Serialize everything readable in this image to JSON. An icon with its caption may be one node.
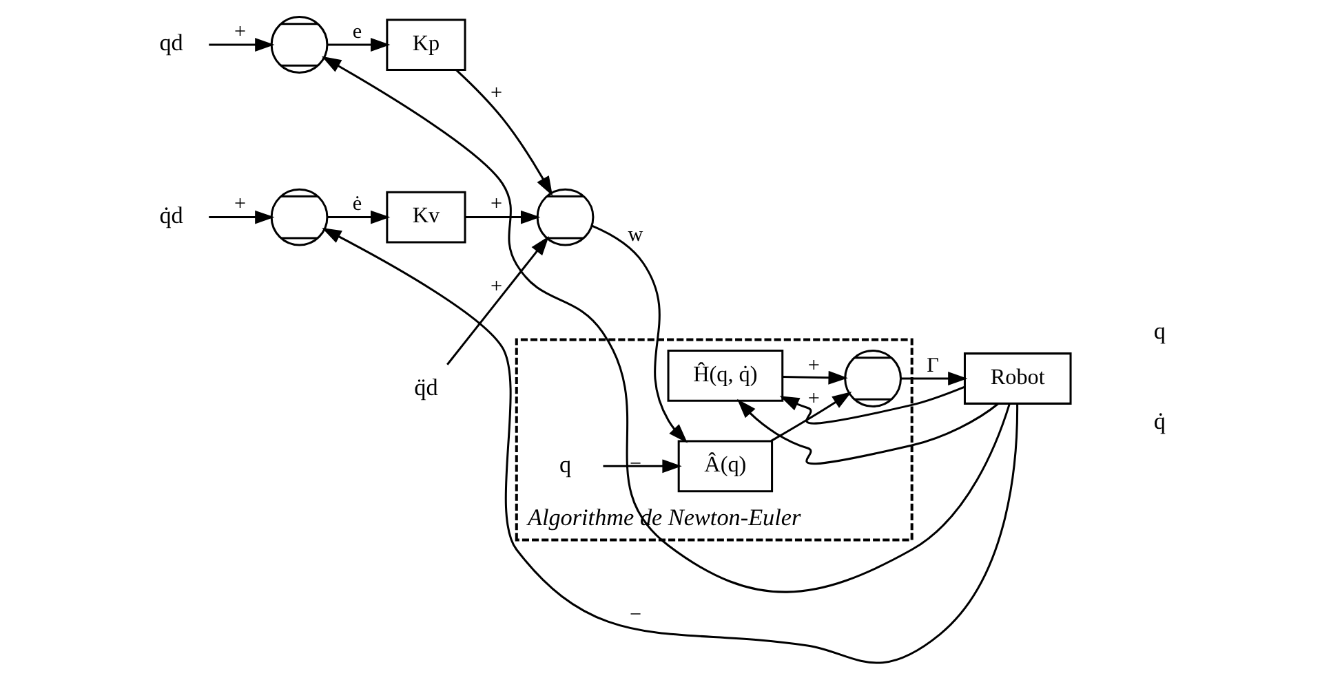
{
  "diagram": {
    "nodes": [
      {
        "text": [
          "qd"
        ]
      },
      {
        "text": [],
        "shape": "circle"
      },
      {
        "text": [
          "Kp"
        ]
      },
      {
        "text": [
          "q̇d"
        ]
      },
      {
        "text": [],
        "shape": "circle"
      },
      {
        "text": [
          "Kv"
        ]
      },
      {
        "text": [],
        "shape": "circle"
      },
      {
        "text": [
          "q̈d"
        ]
      },
      {
        "text": [
          "Algorithme de Newton-Euler"
        ]
      },
      {
        "text": [
          "Â(q)"
        ],
        "in": 8
      },
      {
        "text": [],
        "shape": "circle",
        "in": 8
      },
      {
        "text": [
          "Robot"
        ]
      },
      {
        "text": [
          "Ĥ(q, q̇)"
        ],
        "in": 8
      },
      {
        "text": [
          "q"
        ],
        "in": 8
      }
    ],
    "edges": [
      {
        "from": 0,
        "to": 1,
        "arrow": "to",
        "label": "+"
      },
      {
        "from": 11,
        "to": 1,
        "arrow": "to",
        "label": "−"
      },
      {
        "from": 1,
        "to": 2,
        "arrow": "to",
        "label": "e"
      },
      {
        "from": 2,
        "to": 6,
        "arrow": "to",
        "label": "+"
      },
      {
        "from": 3,
        "to": 4,
        "arrow": "to",
        "label": "+"
      },
      {
        "from": 11,
        "to": 4,
        "arrow": "to",
        "label": "−"
      },
      {
        "from": 4,
        "to": 5,
        "arrow": "to",
        "label": "ė"
      },
      {
        "from": 5,
        "to": 6,
        "arrow": "to",
        "label": "+"
      },
      {
        "from": 7,
        "to": 6,
        "arrow": "to",
        "label": "+"
      },
      {
        "from": 6,
        "to": 9,
        "arrow": "to",
        "label": "w"
      },
      {
        "from": 13,
        "to": 9,
        "arrow": "to"
      },
      {
        "from": 9,
        "to": 10,
        "arrow": "to",
        "label": "+"
      },
      {
        "from": 12,
        "to": 10,
        "arrow": "to",
        "label": "+"
      },
      {
        "from": 10,
        "to": 11,
        "arrow": "to",
        "label": "Γ"
      },
      {
        "from": 11,
        "to": 12,
        "arrow": "to"
      },
      {
        "from": 11,
        "to": 12,
        "arrow": "to"
      }
    ],
    "labels": [
      "q",
      "q̇"
    ]
  }
}
